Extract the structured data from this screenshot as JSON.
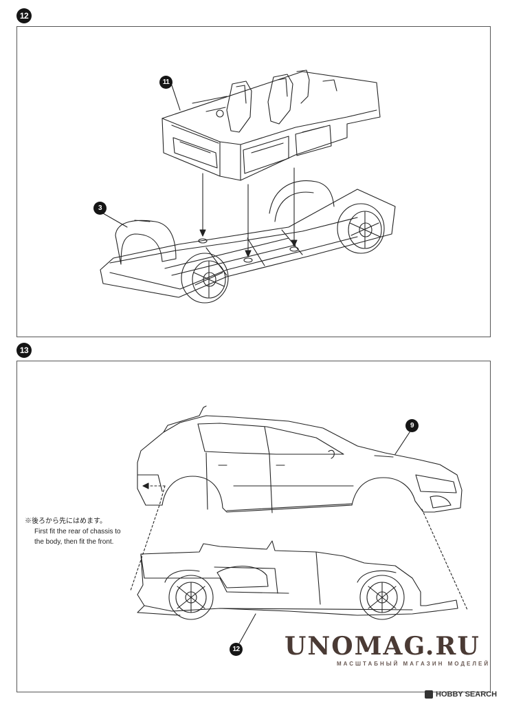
{
  "steps": [
    {
      "number": "12"
    },
    {
      "number": "13"
    }
  ],
  "callouts": {
    "body_interior": "11",
    "chassis": "3",
    "car_body": "9",
    "assembled_chassis": "12"
  },
  "note": {
    "japanese": "※後ろから先にはめます。",
    "english_line1": "First fit the rear of chassis to",
    "english_line2": "the body, then fit the front."
  },
  "branding": {
    "site": "UNOMAG.RU",
    "tagline": "МАСШТАБНЫЙ МАГАЗИН МОДЕЛЕЙ",
    "watermark": "HOBBY SEARCH"
  }
}
